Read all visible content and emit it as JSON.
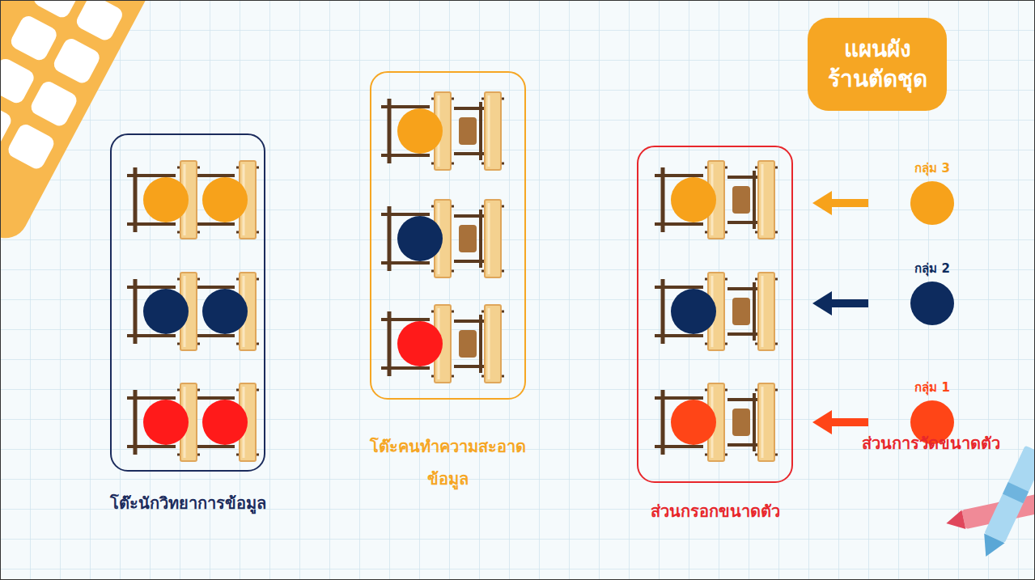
{
  "diagram": {
    "title": "แผนผัง ร้านตัดชุด",
    "nodes": [
      {
        "text": [
          "โต๊ะนักวิทยาการข้อมูล"
        ]
      },
      {
        "text": [
          "โต๊ะคนทำความสะอาด ข้อมูล"
        ]
      },
      {
        "text": [
          "ส่วนกรอกขนาดตัว"
        ]
      },
      {
        "text": [
          "กลุ่ม 3"
        ]
      },
      {
        "text": [
          "กลุ่ม 2"
        ]
      },
      {
        "text": [
          "กลุ่ม 1"
        ]
      }
    ],
    "edges": [
      {
        "from": 3,
        "to": 2,
        "arrow": "to"
      },
      {
        "from": 4,
        "to": 2,
        "arrow": "to"
      },
      {
        "from": 5,
        "to": 2,
        "arrow": "to"
      }
    ],
    "labels": [
      "ส่วนการวัดขนาดตัว"
    ]
  }
}
